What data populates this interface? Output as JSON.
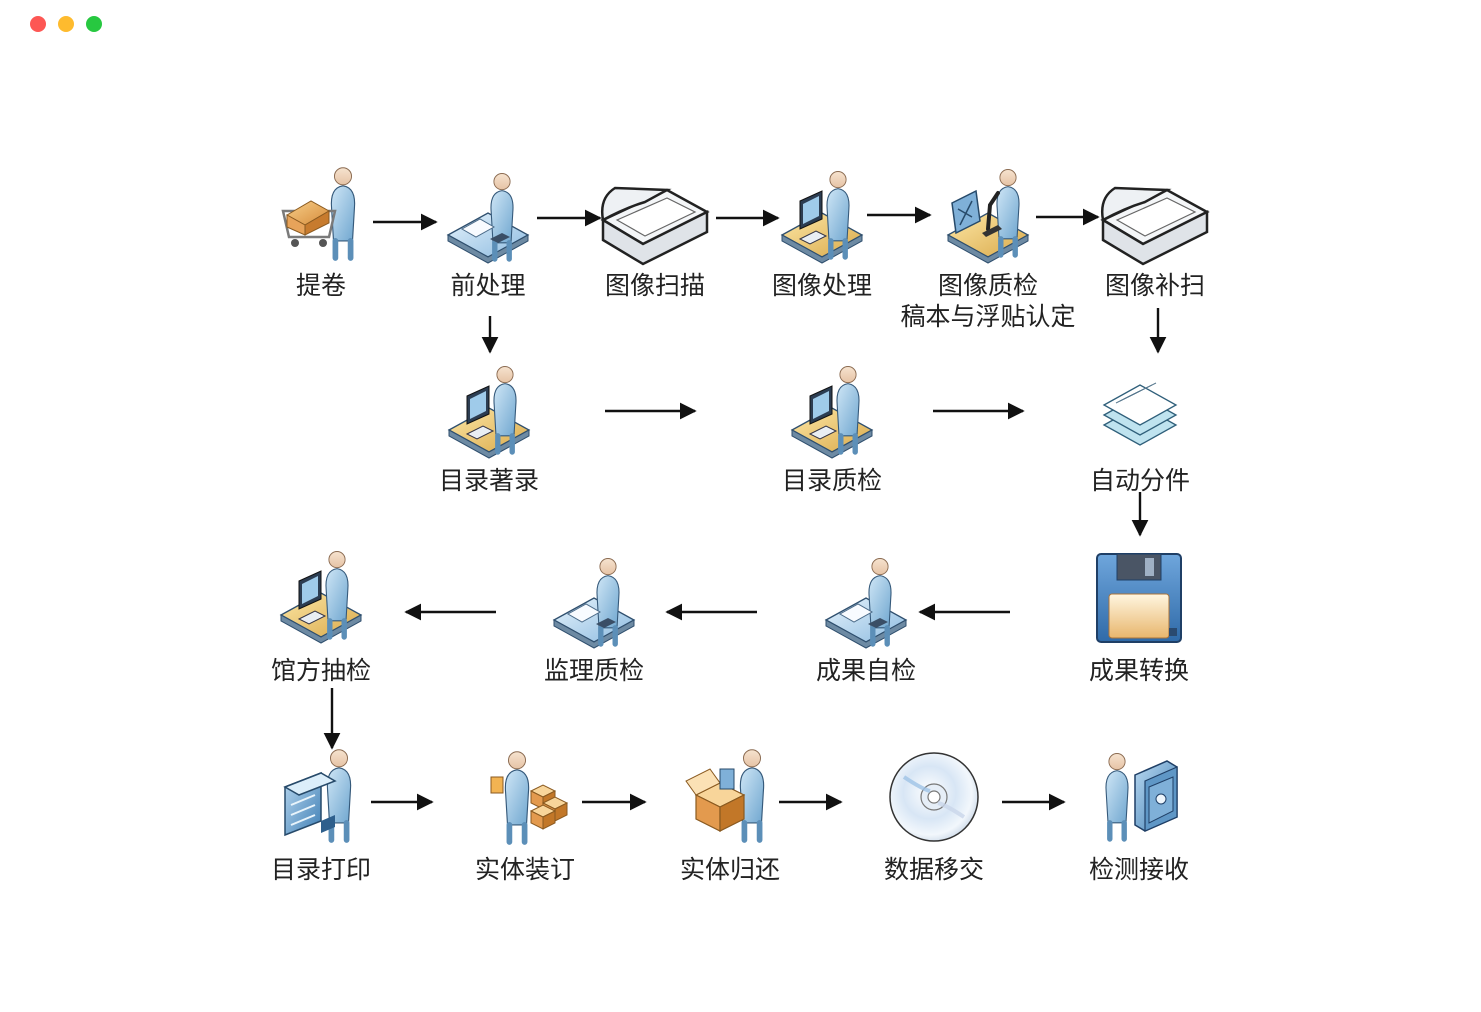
{
  "window": {
    "controls": [
      "close",
      "minimize",
      "zoom"
    ]
  },
  "nodes": [
    {
      "id": "tijuan",
      "label": "提卷",
      "icon": "cart-person-icon"
    },
    {
      "id": "qianchuli",
      "label": "前处理",
      "icon": "desk-worker-icon"
    },
    {
      "id": "tuxiangsaomiao",
      "label": "图像扫描",
      "icon": "scanner-icon"
    },
    {
      "id": "tuxiangchuli",
      "label": "图像处理",
      "icon": "computer-worker-icon"
    },
    {
      "id": "tuxiangzhijian",
      "label": "图像质检",
      "label2": "稿本与浮贴认定",
      "icon": "microscope-worker-icon"
    },
    {
      "id": "tuxiangbusao",
      "label": "图像补扫",
      "icon": "scanner-icon"
    },
    {
      "id": "mulu_zhulu",
      "label": "目录著录",
      "icon": "computer-worker-icon"
    },
    {
      "id": "mulu_zhijian",
      "label": "目录质检",
      "icon": "computer-worker-icon"
    },
    {
      "id": "zidong_fenjian",
      "label": "自动分件",
      "icon": "documents-stack-icon"
    },
    {
      "id": "chengguo_zhuanhuan",
      "label": "成果转换",
      "icon": "floppy-disk-icon"
    },
    {
      "id": "chengguo_zijian",
      "label": "成果自检",
      "icon": "desk-worker-icon"
    },
    {
      "id": "jianli_zhijian",
      "label": "监理质检",
      "icon": "desk-worker-icon"
    },
    {
      "id": "guanfang_choujian",
      "label": "馆方抽检",
      "icon": "computer-worker-icon"
    },
    {
      "id": "mulu_dayin",
      "label": "目录打印",
      "icon": "printer-worker-icon"
    },
    {
      "id": "shiti_zhuangding",
      "label": "实体装订",
      "icon": "boxes-worker-icon"
    },
    {
      "id": "shiti_guihuan",
      "label": "实体归还",
      "icon": "box-worker-icon"
    },
    {
      "id": "shuju_yijiao",
      "label": "数据移交",
      "icon": "cd-disc-icon"
    },
    {
      "id": "jiance_jieshou",
      "label": "检测接收",
      "icon": "safe-worker-icon"
    }
  ],
  "edges": [
    [
      "tijuan",
      "qianchuli"
    ],
    [
      "qianchuli",
      "tuxiangsaomiao"
    ],
    [
      "tuxiangsaomiao",
      "tuxiangchuli"
    ],
    [
      "tuxiangchuli",
      "tuxiangzhijian"
    ],
    [
      "tuxiangzhijian",
      "tuxiangbusao"
    ],
    [
      "qianchuli",
      "mulu_zhulu"
    ],
    [
      "tuxiangbusao",
      "zidong_fenjian"
    ],
    [
      "mulu_zhulu",
      "mulu_zhijian"
    ],
    [
      "mulu_zhijian",
      "zidong_fenjian"
    ],
    [
      "zidong_fenjian",
      "chengguo_zhuanhuan"
    ],
    [
      "chengguo_zhuanhuan",
      "chengguo_zijian"
    ],
    [
      "chengguo_zijian",
      "jianli_zhijian"
    ],
    [
      "jianli_zhijian",
      "guanfang_choujian"
    ],
    [
      "guanfang_choujian",
      "mulu_dayin"
    ],
    [
      "mulu_dayin",
      "shiti_zhuangding"
    ],
    [
      "shiti_zhuangding",
      "shiti_guihuan"
    ],
    [
      "shiti_guihuan",
      "shuju_yijiao"
    ],
    [
      "shuju_yijiao",
      "jiance_jieshou"
    ]
  ]
}
